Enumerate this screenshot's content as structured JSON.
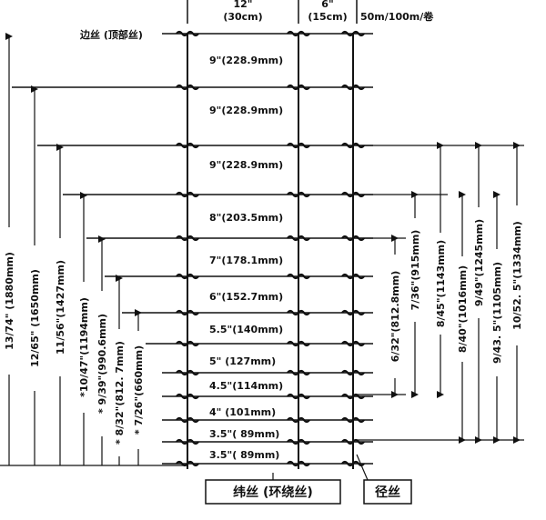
{
  "header": {
    "width_main_in": "12\"",
    "width_main_cm": "(30cm)",
    "width_edge_in": "6\"",
    "width_edge_cm": "(15cm)",
    "roll_length": "50m/100m/卷"
  },
  "top_wire_label": "边丝 (顶部丝)",
  "spacings": [
    "9\"(228.9mm)",
    "9\"(228.9mm)",
    "9\"(228.9mm)",
    "8\"(203.5mm)",
    "7\"(178.1mm)",
    "6\"(152.7mm)",
    "5.5\"(140mm)",
    "5\" (127mm)",
    "4.5\"(114mm)",
    "4\" (101mm)",
    "3.5\"( 89mm)",
    "3.5\"( 89mm)"
  ],
  "left_dims": [
    "13/74\" (1880mm)",
    "12/65\" (1650mm)",
    "11/56\"(1427mm)",
    "*10/47\"(1194mm)",
    "* 9/39\"(990.6mm)",
    "* 8/32\"(812. 7mm)",
    "* 7/26\"(660mm)"
  ],
  "right_dims": [
    "6/32\"(812.8mm)",
    "7/36\"(915mm)",
    "8/45\"(1143mm)",
    "8/40\"(1016mm)",
    "9/49\"(1245mm)",
    "9/43. 5\"(1105mm)",
    "10/52. 5\"(1334mm)"
  ],
  "bottom_labels": {
    "line_wire": "纬丝 (环绕丝)",
    "vertical_wire": "径丝"
  },
  "colors": {
    "ink": "#111111",
    "background": "#ffffff"
  }
}
